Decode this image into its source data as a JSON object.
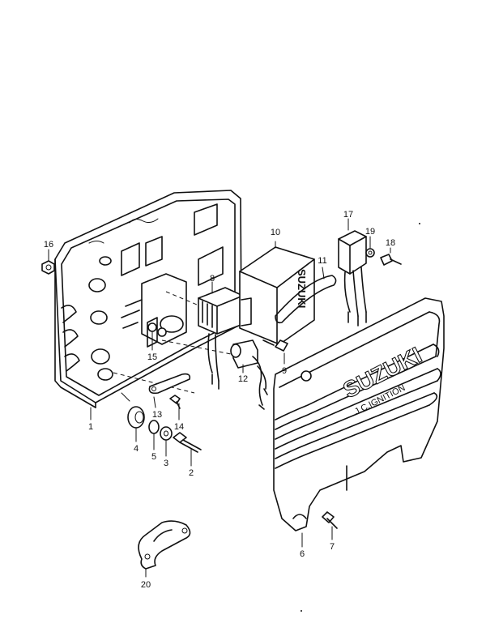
{
  "diagram": {
    "cover_brand": "SUZUKI",
    "cover_subtitle": "J.C.IGNITION",
    "cdi_brand": "SUZUKI",
    "callouts": [
      {
        "id": "c1",
        "label": "1"
      },
      {
        "id": "c2",
        "label": "2"
      },
      {
        "id": "c3",
        "label": "3"
      },
      {
        "id": "c4",
        "label": "4"
      },
      {
        "id": "c5",
        "label": "5"
      },
      {
        "id": "c6",
        "label": "6"
      },
      {
        "id": "c7",
        "label": "7"
      },
      {
        "id": "c8",
        "label": "8"
      },
      {
        "id": "c9",
        "label": "9"
      },
      {
        "id": "c10",
        "label": "10"
      },
      {
        "id": "c11",
        "label": "11"
      },
      {
        "id": "c12",
        "label": "12"
      },
      {
        "id": "c13",
        "label": "13"
      },
      {
        "id": "c14",
        "label": "14"
      },
      {
        "id": "c15",
        "label": "15"
      },
      {
        "id": "c16",
        "label": "16"
      },
      {
        "id": "c17",
        "label": "17"
      },
      {
        "id": "c18",
        "label": "18"
      },
      {
        "id": "c19",
        "label": "19"
      },
      {
        "id": "c20",
        "label": "20"
      }
    ]
  }
}
